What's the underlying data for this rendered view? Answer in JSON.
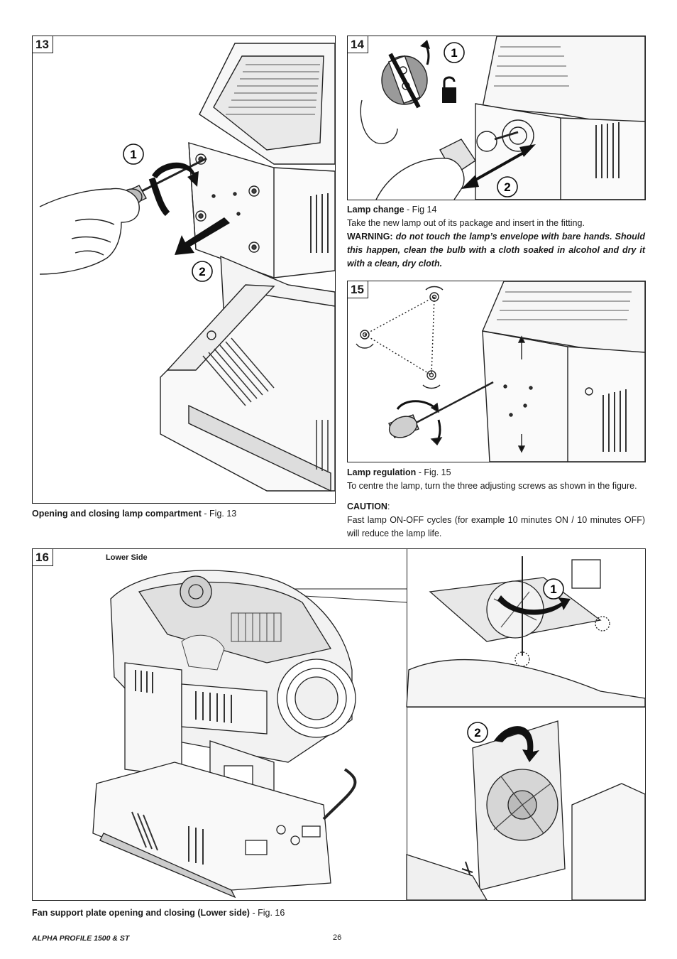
{
  "fig13": {
    "number": "13",
    "callouts": [
      "1",
      "2"
    ],
    "caption_bold": "Opening and closing lamp compartment",
    "caption_rest": " - Fig. 13"
  },
  "fig14": {
    "number": "14",
    "callouts": [
      "1",
      "2"
    ],
    "heading_bold": "Lamp change",
    "heading_rest": " - Fig 14",
    "body": "Take the new lamp out of its package and insert in the fitting.",
    "warning_label": "WARNING:",
    "warning_text": " do not touch the lamp’s envelope with bare hands. Should this happen, clean the bulb with a cloth soaked in alcohol and dry it with a clean, dry cloth."
  },
  "fig15": {
    "number": "15",
    "heading_bold": "Lamp regulation",
    "heading_rest": " - Fig. 15",
    "body": "To centre the lamp, turn the three adjusting screws as shown in the figure.",
    "caution_label": "CAUTION",
    "caution_colon": ":",
    "caution_text": "Fast lamp ON-OFF cycles (for example 10 minutes ON / 10 minutes OFF) will reduce the lamp life."
  },
  "fig16": {
    "number": "16",
    "lower_side_label": "Lower Side",
    "callouts": [
      "1",
      "2"
    ],
    "caption_bold": "Fan support plate opening and closing (Lower side)",
    "caption_rest": " - Fig. 16"
  },
  "footer": {
    "product": "ALPHA PROFILE 1500 & ST",
    "page": "26"
  }
}
